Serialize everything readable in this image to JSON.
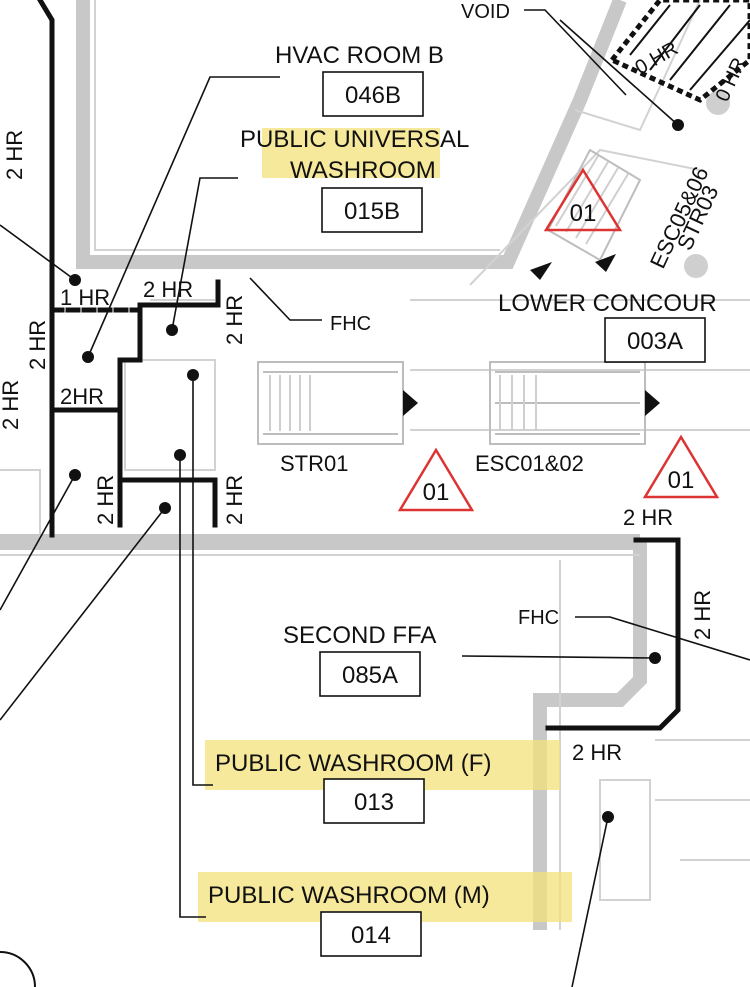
{
  "rooms": {
    "hvac_b": {
      "name": "HVAC ROOM B",
      "number": "046B"
    },
    "universal": {
      "name_line1": "PUBLIC UNIVERSAL",
      "name_line2": "WASHROOM",
      "number": "015B"
    },
    "concourse": {
      "name": "LOWER CONCOUR",
      "number": "003A"
    },
    "second_ffa": {
      "name": "SECOND FFA",
      "number": "085A"
    },
    "washroom_f": {
      "name": "PUBLIC WASHROOM (F)",
      "number": "013"
    },
    "washroom_m": {
      "name": "PUBLIC WASHROOM (M)",
      "number": "014"
    }
  },
  "labels": {
    "void": "VOID",
    "fhc_top": "FHC",
    "fhc_right": "FHC",
    "str01": "STR01",
    "esc01_02": "ESC01&02",
    "esc05_06": "ESC05&06",
    "str03": "STR03",
    "zero_hr_a": "0 HR",
    "zero_hr_b": "0 HR"
  },
  "ratings": {
    "left_vertical": "2 HR",
    "one_hr": "1 HR",
    "top_2hr": "2 HR",
    "vert_a": "2 HR",
    "vert_b": "2 HR",
    "left_edge": "2 HR",
    "two_hr_tight": "2HR",
    "vert_c": "2 HR",
    "vert_d": "2 HR",
    "right_top": "2 HR",
    "right_vert": "2 HR",
    "right_bottom": "2 HR"
  },
  "triangles": {
    "t1": "01",
    "t2": "01",
    "t3": "01"
  },
  "colors": {
    "highlight": "#f3e27a",
    "grey_wall": "#c8c8c8",
    "triangle": "#dd3333",
    "ink": "#111111"
  }
}
